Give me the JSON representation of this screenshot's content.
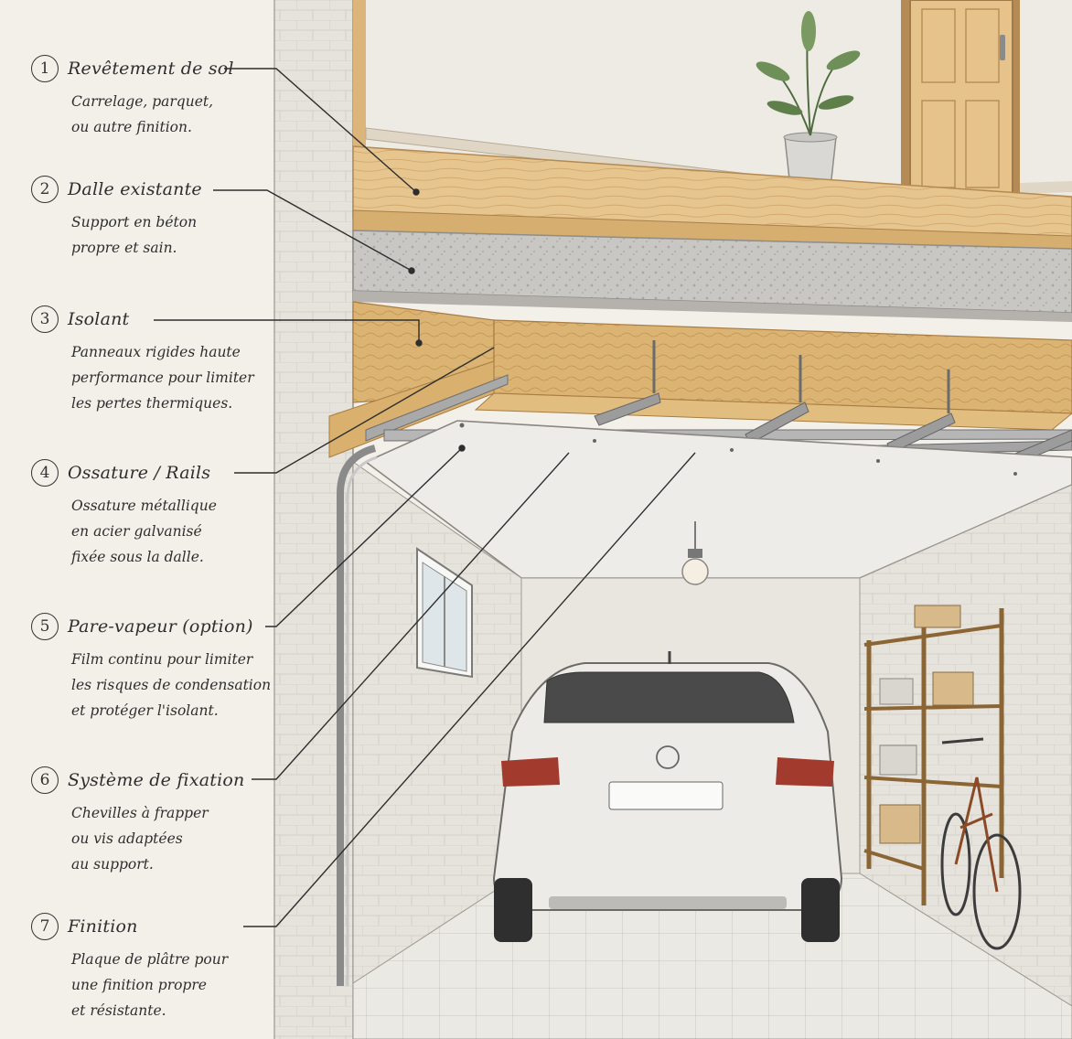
{
  "legend": [
    {
      "num": "1",
      "title": "Revêtement de sol",
      "desc": "Carrelage, parquet,\nou autre finition."
    },
    {
      "num": "2",
      "title": "Dalle existante",
      "desc": "Support en béton\npropre et sain."
    },
    {
      "num": "3",
      "title": "Isolant",
      "desc": "Panneaux rigides haute\nperformance pour limiter\nles pertes thermiques."
    },
    {
      "num": "4",
      "title": "Ossature / Rails",
      "desc": "Ossature métallique\nen acier galvanisé\nfixée sous la dalle."
    },
    {
      "num": "5",
      "title": "Pare-vapeur (option)",
      "desc": "Film continu pour limiter\nles risques de condensation\net protéger l'isolant."
    },
    {
      "num": "6",
      "title": "Système de fixation",
      "desc": "Chevilles à frapper\nou vis adaptées\nau support."
    },
    {
      "num": "7",
      "title": "Finition",
      "desc": "Plaque de plâtre pour\nune finition propre\net résistante."
    }
  ],
  "colors": {
    "background": "#f3f0ea",
    "wood": "#e4c08a",
    "concrete": "#c8c6c2",
    "insulation": "#d8b070",
    "metal": "#9a9a9a",
    "plaster": "#e8e6e2",
    "ink": "#333333"
  }
}
